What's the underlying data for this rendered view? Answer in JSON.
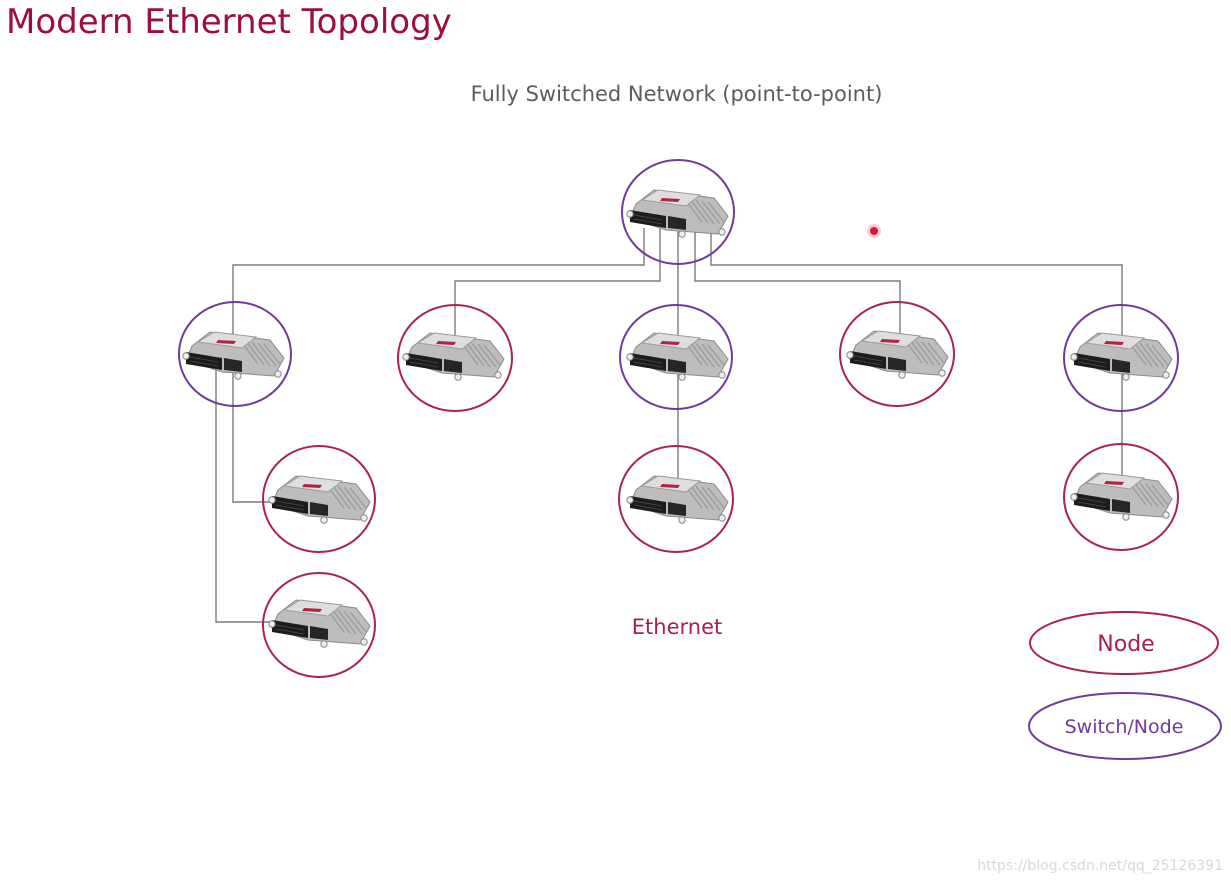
{
  "title": "Modern Ethernet Topology",
  "subtitle": "Fully Switched Network (point-to-point)",
  "bus_label": "Ethernet",
  "legend": {
    "node_label": "Node",
    "switch_label": "Switch/Node"
  },
  "watermark": "https://blog.csdn.net/qq_25126391",
  "colors": {
    "title": "#9b0f3a",
    "node_ring": "#a8244e",
    "switch_ring": "#6f3a99",
    "wire": "#7a7a7a",
    "pointer": "#e0133a"
  },
  "icons": {
    "device": "ecu-module-icon",
    "pointer": "laser-pointer-dot"
  }
}
